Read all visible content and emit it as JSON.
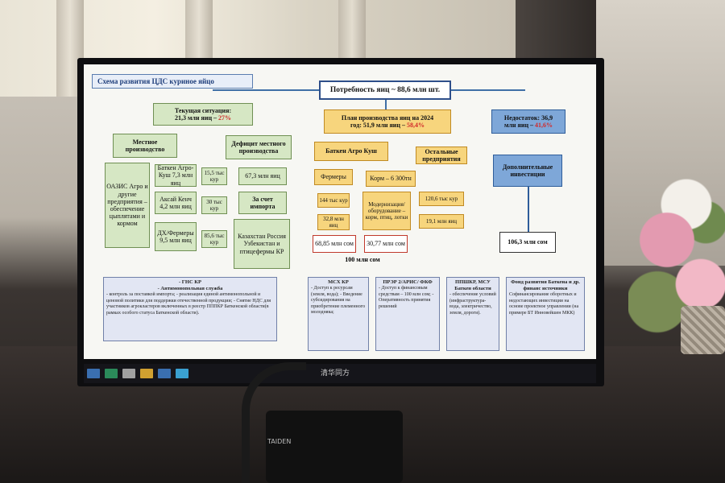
{
  "slide": {
    "title": "Схема развития ЦДС куриное яйцо",
    "demand": "Потребность яиц ~ 88,6 млн шт.",
    "current": {
      "label": "Текущая ситуация:",
      "value": "21,3 млн яиц – ",
      "pct": "27%"
    },
    "plan": {
      "label": "План производства яиц на 2024",
      "value": "год: 51,9 млн яиц – ",
      "pct": "58,4%"
    },
    "deficit": {
      "label": "Недостаток: 36,9",
      "value": "млн яиц – ",
      "pct": "41,6%"
    },
    "local_prod": "Местное производство",
    "local_deficit": "Дефицит местного производства",
    "producers": [
      "ОАЗИС Агро и другие предприятия – обеспечение цыплятами и кормом",
      "Баткен Агро-Куш 7,3 млн яиц",
      "Аксай Кенч 4,2 млн яиц",
      "ДХ/Фермеры 9,5 млн яиц"
    ],
    "producer_vals": [
      "15,5 тыс кур",
      "30 тыс кур",
      "85,6 тыс кур"
    ],
    "deficit_eggs": "67,3 млн яиц",
    "import_label": "За счет импорта",
    "import_countries": "Казахстан Россия Узбекистан и птицефермы КР",
    "batken_agro": "Баткен Агро Куш",
    "other_ent": "Остальные предприятия",
    "farmers": "Фермеры",
    "feed": "Корм – 6 300тн",
    "hens": "144 тыс кур",
    "eggs": "32,8 млн яиц",
    "cost1": "68,85 млн сом",
    "modern": "Модернизация/ оборудование – корм, птиц, лотки",
    "cost2": "30,77 млн сом",
    "hens2": "120,6 тыс кур",
    "eggs2": "19,1 млн яиц",
    "total": "100 млн сом",
    "add_inv": "Дополнительные инвестиции",
    "inv_val": "106,3 млн сом",
    "notes": [
      {
        "title": "- ГНС КР",
        "sub": "- Антимонопольная служба",
        "body": "- контроль за поставкой импорта; - реализация единой антимонопольной и ценовой политики для поддержки отечественной продукции; - Снятие НДС для участников агрокластеров включенных в реестр ПППКР Баткенской области(в рамках особого статуса Баткенской области)."
      },
      {
        "title": "МСХ КР",
        "sub": "",
        "body": "- Доступ к ресурсам (земля, вода); - Введение субсидирования на приобретение племенного молодняка;"
      },
      {
        "title": "ПРЭР 2/АРИС/ ФКФ",
        "sub": "",
        "body": "- Доступ к финансовым средствам – 100 млн сом; - Оперативность принятия решений"
      },
      {
        "title": "ППШКР, МСУ Баткен области",
        "sub": "",
        "body": "- обеспечение условий (инфраструктура- вода, электричество, земля, дороги)."
      },
      {
        "title": "Фонд развития Баткена и др. финанс источники",
        "sub": "",
        "body": "Софинансирование оборотных и недостающих инвестиции на основе проектное управлении (на примере БТ Инновейшен МКК)"
      }
    ]
  },
  "device": {
    "brand": "清华同方",
    "mic_brand": "TAIDEN"
  },
  "colors": {
    "green": "#d6e7c4",
    "yellow": "#f7d57d",
    "blue": "#7ea7d8",
    "red": "#d22b2b"
  }
}
